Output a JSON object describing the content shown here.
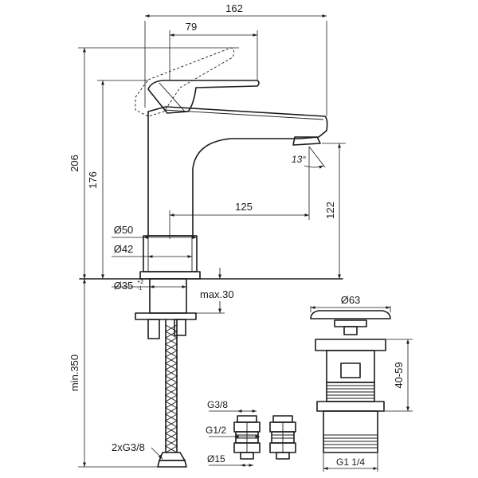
{
  "dimensions": {
    "overall_width": "162",
    "lever_reach": "79",
    "total_height": "206",
    "spout_height": "176",
    "outlet_height": "122",
    "spout_reach": "125",
    "base_diameter": "Ø50",
    "body_diameter": "Ø42",
    "hole_diameter": "Ø35",
    "hole_tol_upper": "+2",
    "hole_tol_lower": "-1",
    "max_thickness": "max.30",
    "hose_length": "min.350",
    "hose_connection": "2xG3/8",
    "aerator_angle": "13°"
  },
  "connectors": {
    "thread_top": "G3/8",
    "thread_bottom": "G1/2",
    "pipe_diameter": "Ø15"
  },
  "waste": {
    "cap_diameter": "Ø63",
    "height_range": "40-59",
    "thread": "G1 1/4"
  }
}
